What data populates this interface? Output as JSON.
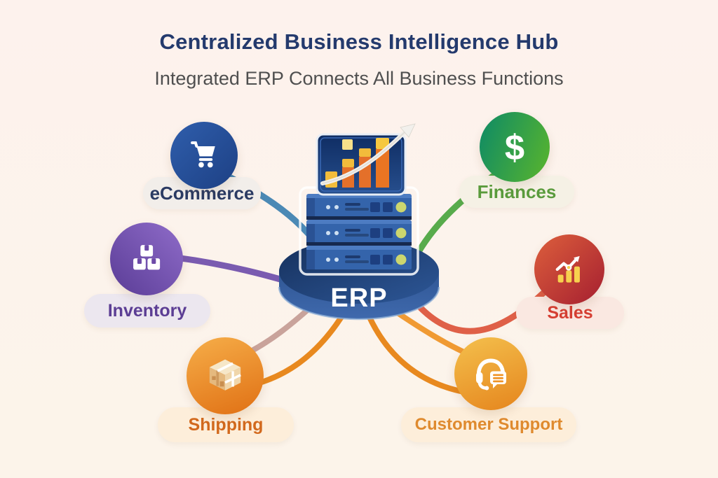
{
  "header": {
    "title": "Centralized Business Intelligence Hub",
    "subtitle": "Integrated ERP Connects All Business Functions"
  },
  "hub": {
    "label": "ERP",
    "podium_color": "#2a4d85",
    "server_color": "#3566b2",
    "screen_color": "#12306a",
    "screen_bar_colors": [
      "#f2bc3b",
      "#e4702a"
    ],
    "arrow_color": "#f2f0ec"
  },
  "background_color": "#fcf3ec",
  "title_color": "#243a6d",
  "subtitle_color": "#4f4f4f",
  "nodes": [
    {
      "id": "ecommerce",
      "label": "eCommerce",
      "icon": "shopping-cart-icon",
      "colors": {
        "circle_from": "#2f5eac",
        "circle_to": "#1d4084",
        "text": "#2b3b63",
        "pill": "#f2eeea"
      }
    },
    {
      "id": "finances",
      "label": "Finances",
      "icon": "dollar-icon",
      "icon_glyph": "$",
      "colors": {
        "circle_from": "#0d8a66",
        "circle_to": "#5ab52c",
        "text": "#5a9b3c",
        "pill": "#f5f1e5"
      }
    },
    {
      "id": "inventory",
      "label": "Inventory",
      "icon": "boxes-icon",
      "colors": {
        "circle_from": "#8f6cc9",
        "circle_to": "#5a3c96",
        "text": "#5c3e94",
        "pill": "#ece7ef"
      }
    },
    {
      "id": "sales",
      "label": "Sales",
      "icon": "trend-chart-icon",
      "colors": {
        "circle_from": "#dd5f3c",
        "circle_to": "#a51f30",
        "text": "#d63f33",
        "pill": "#fae8e1"
      }
    },
    {
      "id": "shipping",
      "label": "Shipping",
      "icon": "package-icon",
      "colors": {
        "circle_from": "#f6ae49",
        "circle_to": "#e07014",
        "text": "#d2691d",
        "pill": "#fdeeda"
      }
    },
    {
      "id": "customer_support",
      "label": "Customer Support",
      "icon": "headset-icon",
      "colors": {
        "circle_from": "#f4c04d",
        "circle_to": "#e5851d",
        "text": "#df8a2e",
        "pill": "#fdeeda"
      }
    }
  ],
  "connectors": [
    {
      "from": "erp",
      "to": "ecommerce",
      "color": "#4b89b5"
    },
    {
      "from": "erp",
      "to": "finances",
      "color": "#58ab4c"
    },
    {
      "from": "erp",
      "to": "inventory",
      "color": "#7a5bb0"
    },
    {
      "from": "erp",
      "to": "sales",
      "color": "#df6048"
    },
    {
      "from": "erp",
      "to": "shipping",
      "color": "#c9a39b"
    },
    {
      "from": "erp",
      "to": "shipping",
      "color": "#e8891f"
    },
    {
      "from": "erp",
      "to": "customer_support",
      "color": "#f09a33"
    },
    {
      "from": "erp",
      "to": "customer_support",
      "color": "#e8891f"
    }
  ]
}
